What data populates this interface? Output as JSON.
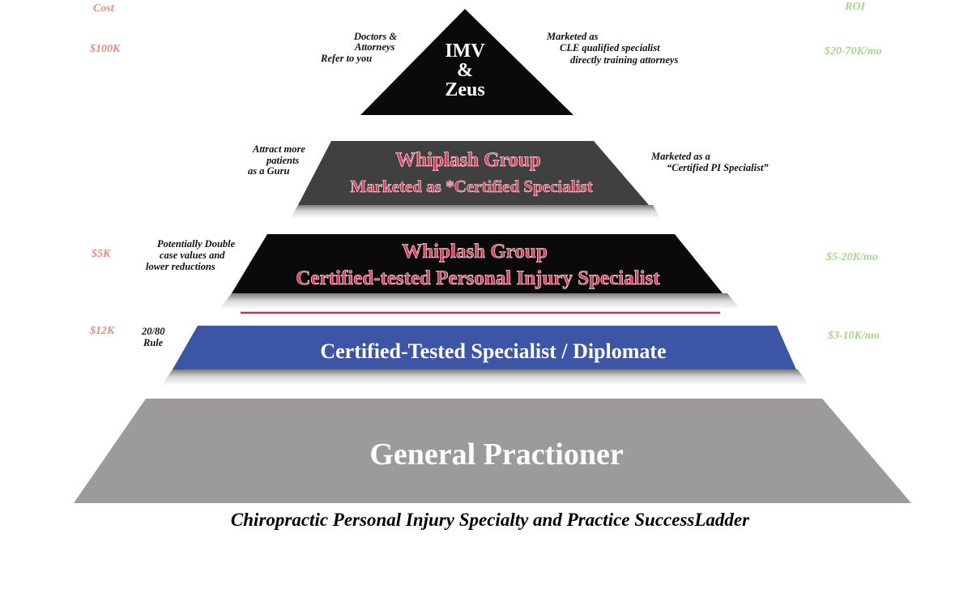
{
  "headers": {
    "cost": "Cost",
    "roi": "ROI"
  },
  "tiers": [
    {
      "id": "apex",
      "lines": [
        "IMV",
        "&",
        "Zeus"
      ],
      "fill": "#0a0a0a",
      "text_color": "#ffffff",
      "cost": "$100K",
      "roi": "$20-70K/mo",
      "left_note": [
        "Doctors &",
        "Attorneys",
        "Refer to you"
      ],
      "right_note": [
        "Marketed as",
        "CLE qualified specialist",
        "directly training attorneys"
      ]
    },
    {
      "id": "whiplash-marketed",
      "lines": [
        "Whiplash Group",
        "Marketed as *Certified Specialist"
      ],
      "fill": "#404040",
      "text_color": "#e23a5e",
      "left_note": [
        "Attract more",
        "patients",
        "as a Guru"
      ],
      "right_note": [
        "Marketed as a",
        "“Certified PI Specialist”"
      ]
    },
    {
      "id": "whiplash-certified",
      "lines": [
        "Whiplash Group",
        "Certified-tested Personal Injury Specialist"
      ],
      "fill": "#0a0a0a",
      "text_color": "#e23a5e",
      "cost": "$5K",
      "roi": "$5-20K/mo",
      "left_note": [
        "Potentially Double",
        "case values and",
        "lower reductions"
      ]
    },
    {
      "id": "diplomate",
      "lines": [
        "Certified-Tested Specialist / Diplomate"
      ],
      "fill": "#3c55a5",
      "text_color": "#ffffff",
      "cost": "$12K",
      "roi": "$3-10K/mo",
      "left_note": [
        "20/80",
        "Rule"
      ]
    },
    {
      "id": "general",
      "lines": [
        "General Practioner"
      ],
      "fill": "#9c9a9b",
      "text_color": "#ffffff"
    }
  ],
  "divider_color": "#c8334a",
  "footer": {
    "title": "Chiropractic Personal Injury Specialty and Practice SuccessLadder"
  }
}
